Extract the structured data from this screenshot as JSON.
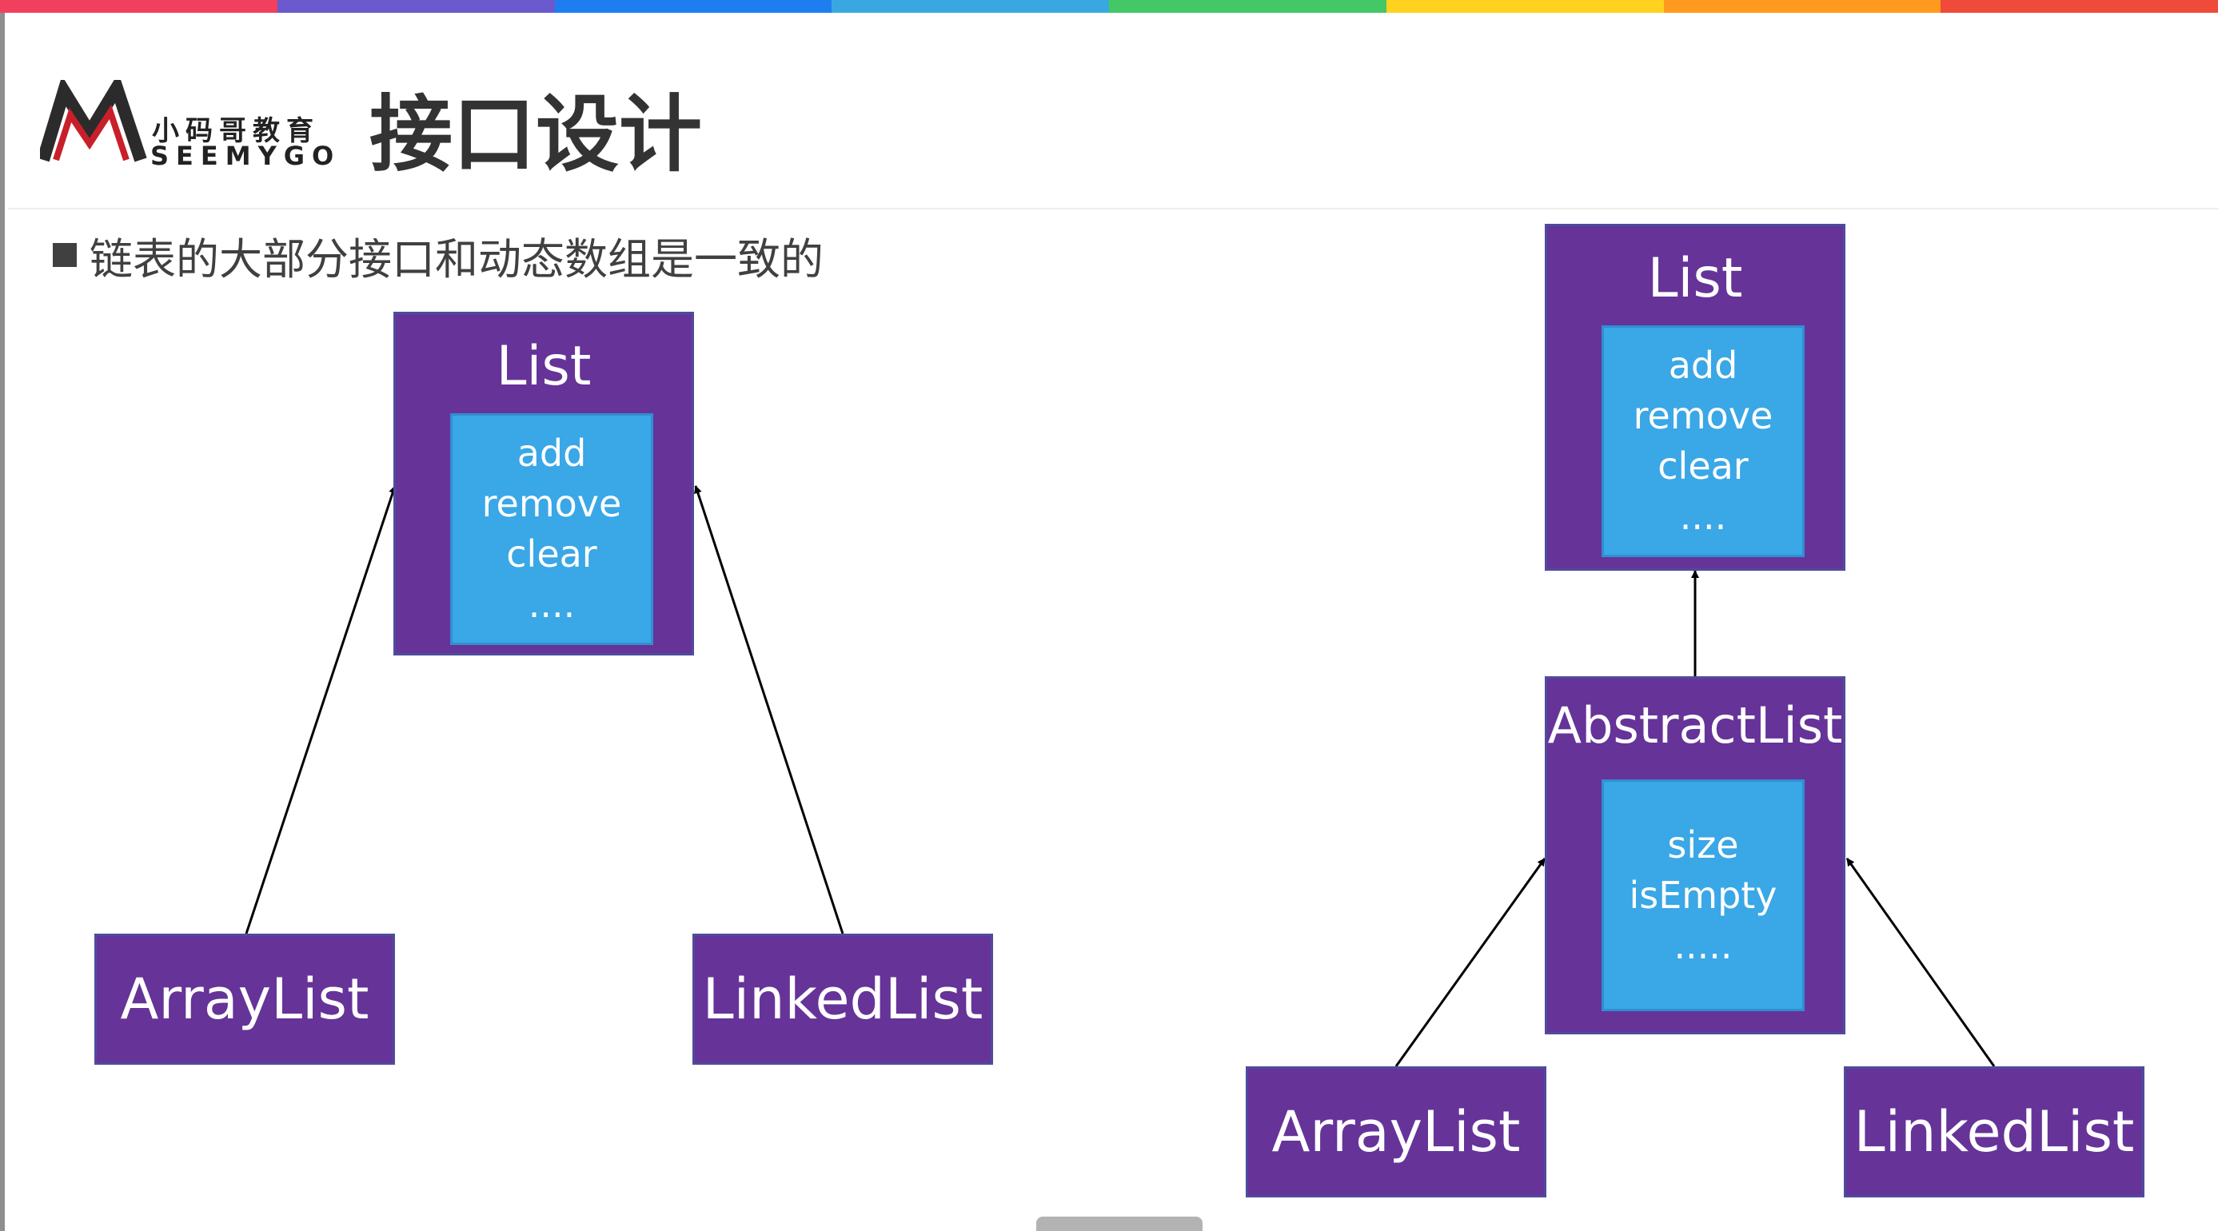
{
  "colors": {
    "stripes": [
      "#f0405e",
      "#6a5acd",
      "#1e7ef0",
      "#3aa8e0",
      "#44c767",
      "#ffd21f",
      "#ff9a1f",
      "#f04a3a"
    ],
    "box_fill": "#663399",
    "box_border": "#4d4c9c",
    "methods_fill": "#3aa7e6",
    "text_dark": "#333333"
  },
  "logo": {
    "cn": "小码哥教育",
    "en": "SEEMYGO"
  },
  "page": {
    "title": "接口设计",
    "bullet": "链表的大部分接口和动态数组是一致的"
  },
  "diagram_left": {
    "list": {
      "title": "List",
      "methods": [
        "add",
        "remove",
        "clear",
        "...."
      ]
    },
    "array_list": "ArrayList",
    "linked_list": "LinkedList"
  },
  "diagram_right": {
    "list": {
      "title": "List",
      "methods": [
        "add",
        "remove",
        "clear",
        "...."
      ]
    },
    "abstract_list": {
      "title": "AbstractList",
      "methods": [
        "size",
        "isEmpty",
        "....."
      ]
    },
    "array_list": "ArrayList",
    "linked_list": "LinkedList"
  }
}
